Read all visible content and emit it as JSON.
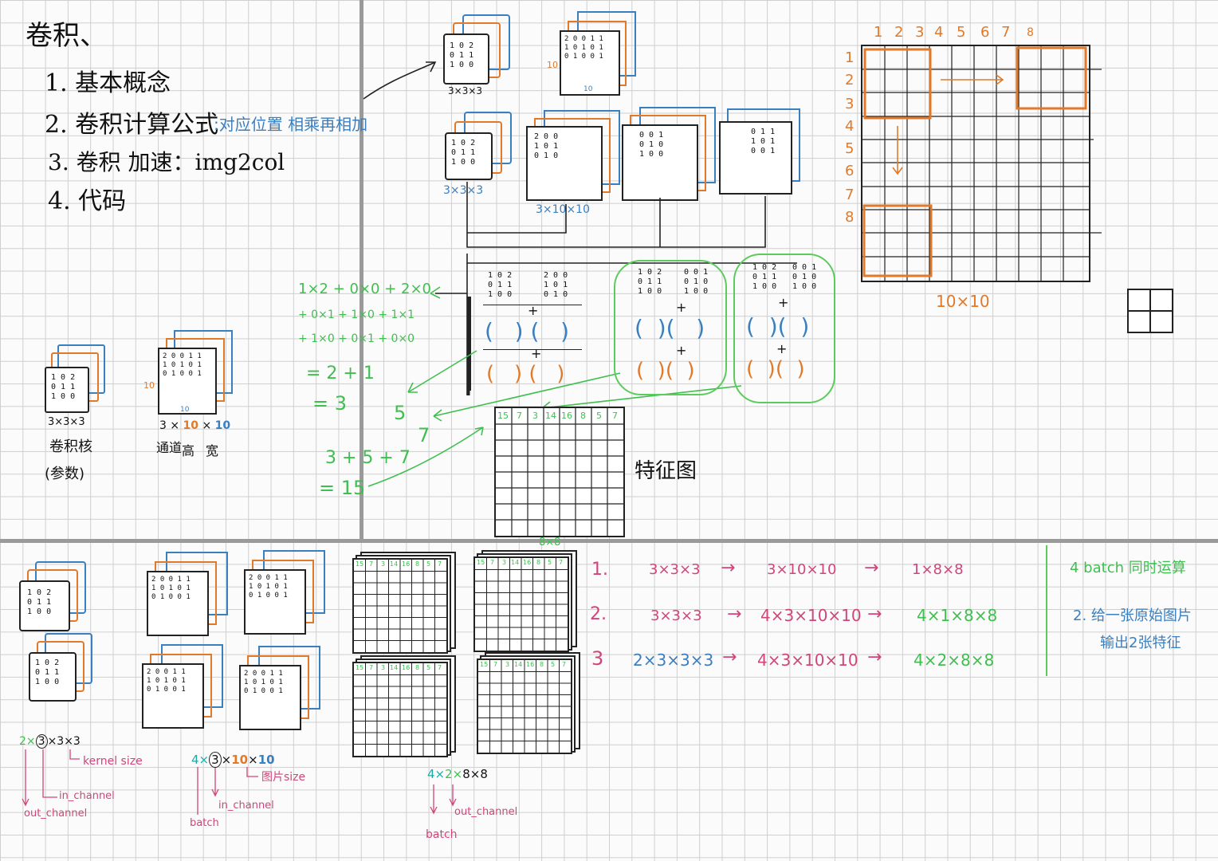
{
  "notes": {
    "title": "卷积、",
    "outline": [
      "1. 基本概念",
      "2. 卷积计算公式",
      "3. 卷积 加速：img2col",
      "4. 代码"
    ],
    "formula_note": ":对应位置 相乘再相加"
  },
  "kernel_small": {
    "matrix": "1 0 2\n0 1 1\n1 0 0",
    "size": "3×3×3",
    "label_line1": "卷积核",
    "label_line2": "(参数)"
  },
  "image_small": {
    "matrix": "2 0 0 1 1\n1 0 1 0 1\n0 1 0 0 1",
    "size_prefix": "3 ×",
    "size_h": "10",
    "size_sep": "×",
    "size_w": "10",
    "side_label": "10",
    "bottom_label": "10",
    "labels": [
      "通道",
      "高",
      "宽"
    ]
  },
  "top_kernel": {
    "matrix": "1 0 2\n0 1 1\n1 0 0",
    "size": "3×3×3"
  },
  "top_image": {
    "matrix": "2 0 0 1 1\n1 0 1 0 1\n0 1 0 0 1",
    "side_label": "10",
    "bottom_label": "10"
  },
  "channels": {
    "kernel_matrix": "1 0 2\n0 1 1\n1 0 0",
    "kernel_size": "3×3×3",
    "ch1": "2 0 0\n1 0 1\n0 1 0",
    "ch2": "0 0 1\n0 1 0\n1 0 0",
    "ch3": "0 1 1\n1 0 1\n0 0 1",
    "channel_size": "3×10×10"
  },
  "calc": {
    "line1": "1×2 + 0×0 + 2×0",
    "line2": "+ 0×1 + 1×0 + 1×1",
    "line3": "+ 1×0 + 0×1 + 0×0",
    "line4": "= 2 + 1",
    "line5": "= 3",
    "five": "5",
    "seven": "7",
    "sum": "3 + 5 + 7",
    "result": "= 15"
  },
  "pairs": {
    "p1_left": "1 0 2\n0 1 1\n1 0 0",
    "p1_right": "2 0 0\n1 0 1\n0 1 0",
    "p2_left": "1 0 2\n0 1 1\n1 0 0",
    "p2_right": "0 0 1\n0 1 0\n1 0 0",
    "p3_left": "1 0 2\n0 1 1\n1 0 0",
    "p3_right": "0 0 1\n0 1 0\n1 0 0",
    "plus": "+"
  },
  "feature_map": {
    "first_row": [
      "15",
      "7",
      "3",
      "14",
      "16",
      "8",
      "5",
      "7"
    ],
    "label": "特征图",
    "size_label": "8×8"
  },
  "sliding": {
    "col_numbers": [
      "1",
      "2",
      "3",
      "4",
      "5",
      "6",
      "7",
      "8"
    ],
    "row_numbers": [
      "1",
      "2",
      "3",
      "4",
      "5",
      "6",
      "7",
      "8"
    ],
    "size_label": "10×10"
  },
  "dims": {
    "r1_num": "1.",
    "r1_a": "3×3×3",
    "r1_b": "3×10×10",
    "r1_c": "1×8×8",
    "r2_num": "2.",
    "r2_a": "3×3×3",
    "r2_b": "4×3×10×10",
    "r2_c": "4×1×8×8",
    "r3_num": "3",
    "r3_a": "2×3×3×3",
    "r3_b": "4×3×10×10",
    "r3_c": "4×2×8×8",
    "arrow": "→"
  },
  "side_notes": {
    "n1": "4 batch 同时运算",
    "n2_line1": "2. 给一张原始图片",
    "n2_line2": "输出2张特征"
  },
  "bottom": {
    "kernel_matrix": "1 0 2\n0 1 1\n1 0 0",
    "image_matrix": "2 0 0 1 1\n1 0 1 0 1\n0 1 0 0 1",
    "fm_first_row": [
      "15",
      "7",
      "3",
      "14",
      "16",
      "8",
      "5",
      "7"
    ],
    "k_dims_a": "2×",
    "k_dims_b": "3",
    "k_dims_c": "×3×3",
    "k_size_note": "kernel size",
    "k_in": "in_channel",
    "k_out": "out_channel",
    "i_dims_a": "4×",
    "i_dims_b": "3",
    "i_dims_c": "×",
    "i_dims_d": "10",
    "i_dims_e": "×",
    "i_dims_f": "10",
    "i_size_note": "图片size",
    "i_in": "in_channel",
    "i_batch": "batch",
    "o_dims_a": "4×",
    "o_dims_b": "2×",
    "o_dims_c": "8×8",
    "o_out": "out_channel",
    "o_batch": "batch"
  },
  "colors": {
    "ink": "#111111",
    "orange": "#e07a2a",
    "blue": "#3a7fbf",
    "green": "#3fbf4f",
    "pink": "#d1457a",
    "teal": "#1fa9a4"
  }
}
